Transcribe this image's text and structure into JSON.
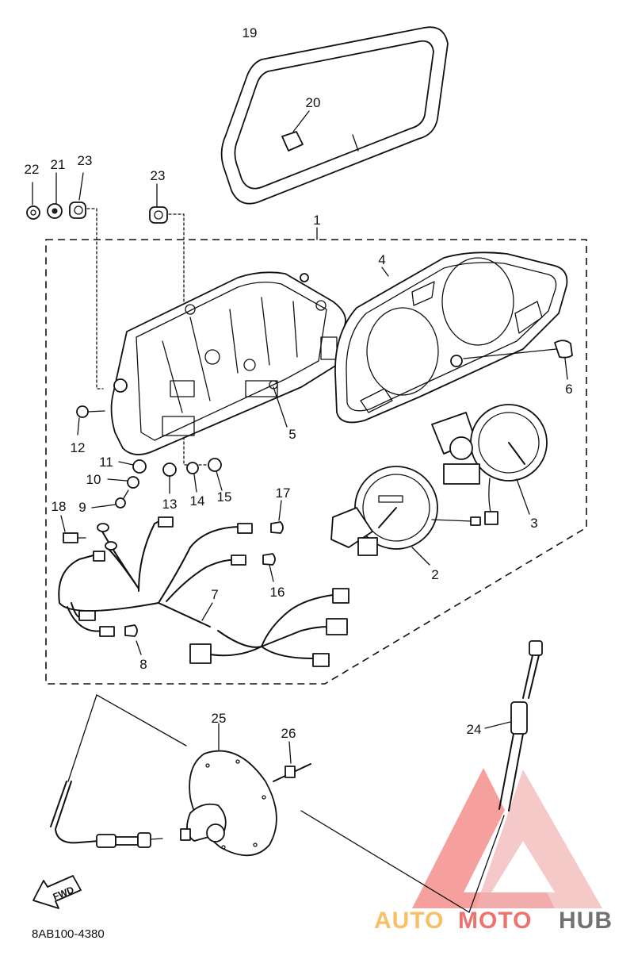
{
  "diagram": {
    "part_labels": [
      "1",
      "2",
      "3",
      "4",
      "5",
      "6",
      "7",
      "8",
      "9",
      "10",
      "11",
      "12",
      "13",
      "14",
      "15",
      "16",
      "17",
      "18",
      "19",
      "20",
      "21",
      "22",
      "23",
      "23",
      "24",
      "25",
      "26"
    ],
    "fwd_label": "FWD",
    "drawing_code": "8AB100-4380",
    "watermark": {
      "part1": "AUTO",
      "part2": "MOTO",
      "part3": "HUB",
      "color_orange": "#f5a623",
      "color_red": "#e53935",
      "color_dark": "#444444"
    }
  }
}
